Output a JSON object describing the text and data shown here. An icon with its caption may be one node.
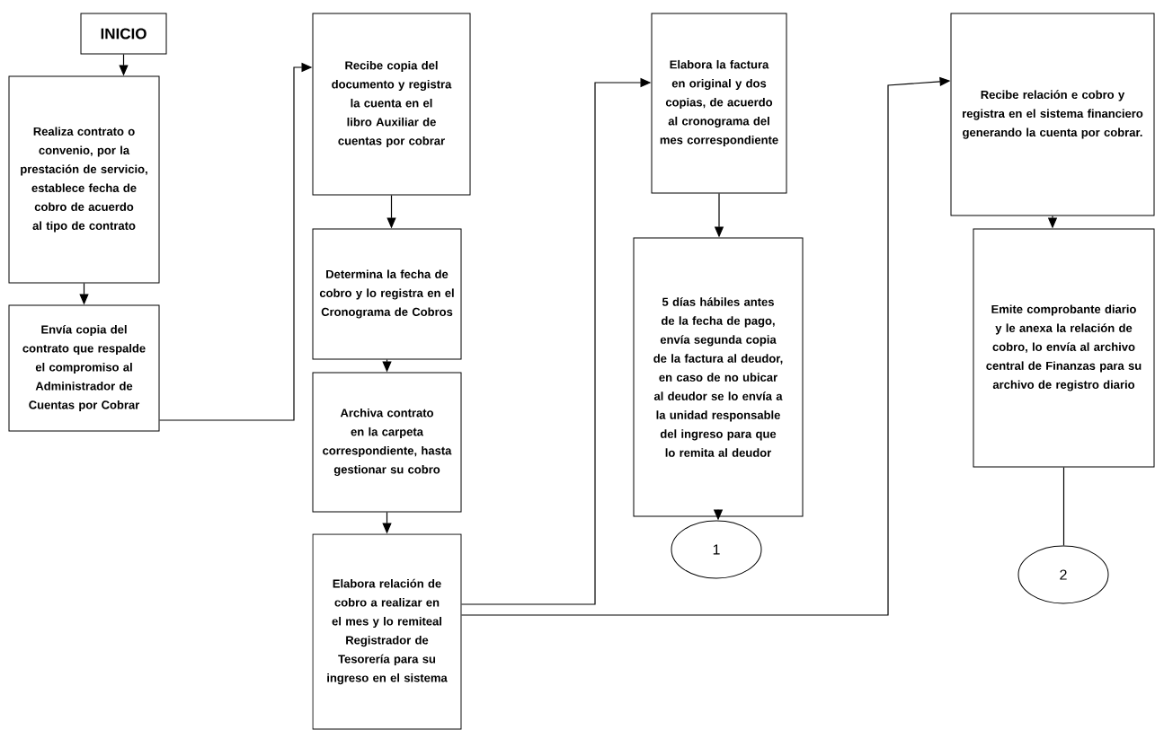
{
  "diagram": {
    "nodes": [
      {
        "text": [
          "INICIO"
        ]
      },
      {
        "text": [
          "Realiza contrato o convenio, por la prestación de servicio, establece fecha de cobro de acuerdo al tipo de contrato"
        ]
      },
      {
        "text": [
          "Envía copia del contrato que respalde el compromiso al Administrador de Cuentas por Cobrar"
        ]
      },
      {
        "text": [
          "Recibe copia del documento y registra la cuenta en el libro Auxiliar de cuentas por cobrar"
        ]
      },
      {
        "text": [
          "Determina la fecha de cobro y lo registra en el Cronograma de Cobros"
        ]
      },
      {
        "text": [
          "Archiva contrato en la carpeta correspondiente, hasta gestionar su cobro"
        ]
      },
      {
        "text": [
          "Elabora relación de cobro a realizar en el mes y lo remiteal Registrador de Tesorería para su ingreso en el sistema"
        ]
      },
      {
        "text": [
          "Elabora la factura en original y dos copias, de acuerdo al cronograma del mes correspondiente"
        ]
      },
      {
        "text": [
          "5 días hábiles antes de la fecha de pago, envía segunda copia de la factura al deudor, en caso de no ubicar al deudor se lo envía a la unidad responsable del ingreso para que lo remita al deudor"
        ]
      },
      {
        "text": [
          "1"
        ]
      },
      {
        "text": [
          "Recibe relación e cobro y registra en el sistema financiero generando la cuenta por cobrar."
        ]
      },
      {
        "text": [
          "Emite comprobante diario y le anexa la relación de cobro, lo envía al archivo central de Finanzas para su archivo de registro diario"
        ]
      },
      {
        "text": [
          "2"
        ]
      }
    ],
    "edges": [
      {
        "from": 0,
        "to": 1,
        "arrow": "to"
      },
      {
        "from": 1,
        "to": 2,
        "arrow": "to"
      },
      {
        "from": 2,
        "to": 3,
        "arrow": "to"
      },
      {
        "from": 3,
        "to": 4,
        "arrow": "to"
      },
      {
        "from": 4,
        "to": 5,
        "arrow": "to"
      },
      {
        "from": 5,
        "to": 6,
        "arrow": "to"
      },
      {
        "from": 6,
        "to": 7,
        "arrow": "to"
      },
      {
        "from": 6,
        "to": 10,
        "arrow": "to"
      },
      {
        "from": 7,
        "to": 8,
        "arrow": "to"
      },
      {
        "from": 8,
        "to": 9,
        "arrow": "to"
      },
      {
        "from": 10,
        "to": 11,
        "arrow": "to"
      },
      {
        "from": 11,
        "to": 12,
        "arrow": "none"
      }
    ]
  }
}
